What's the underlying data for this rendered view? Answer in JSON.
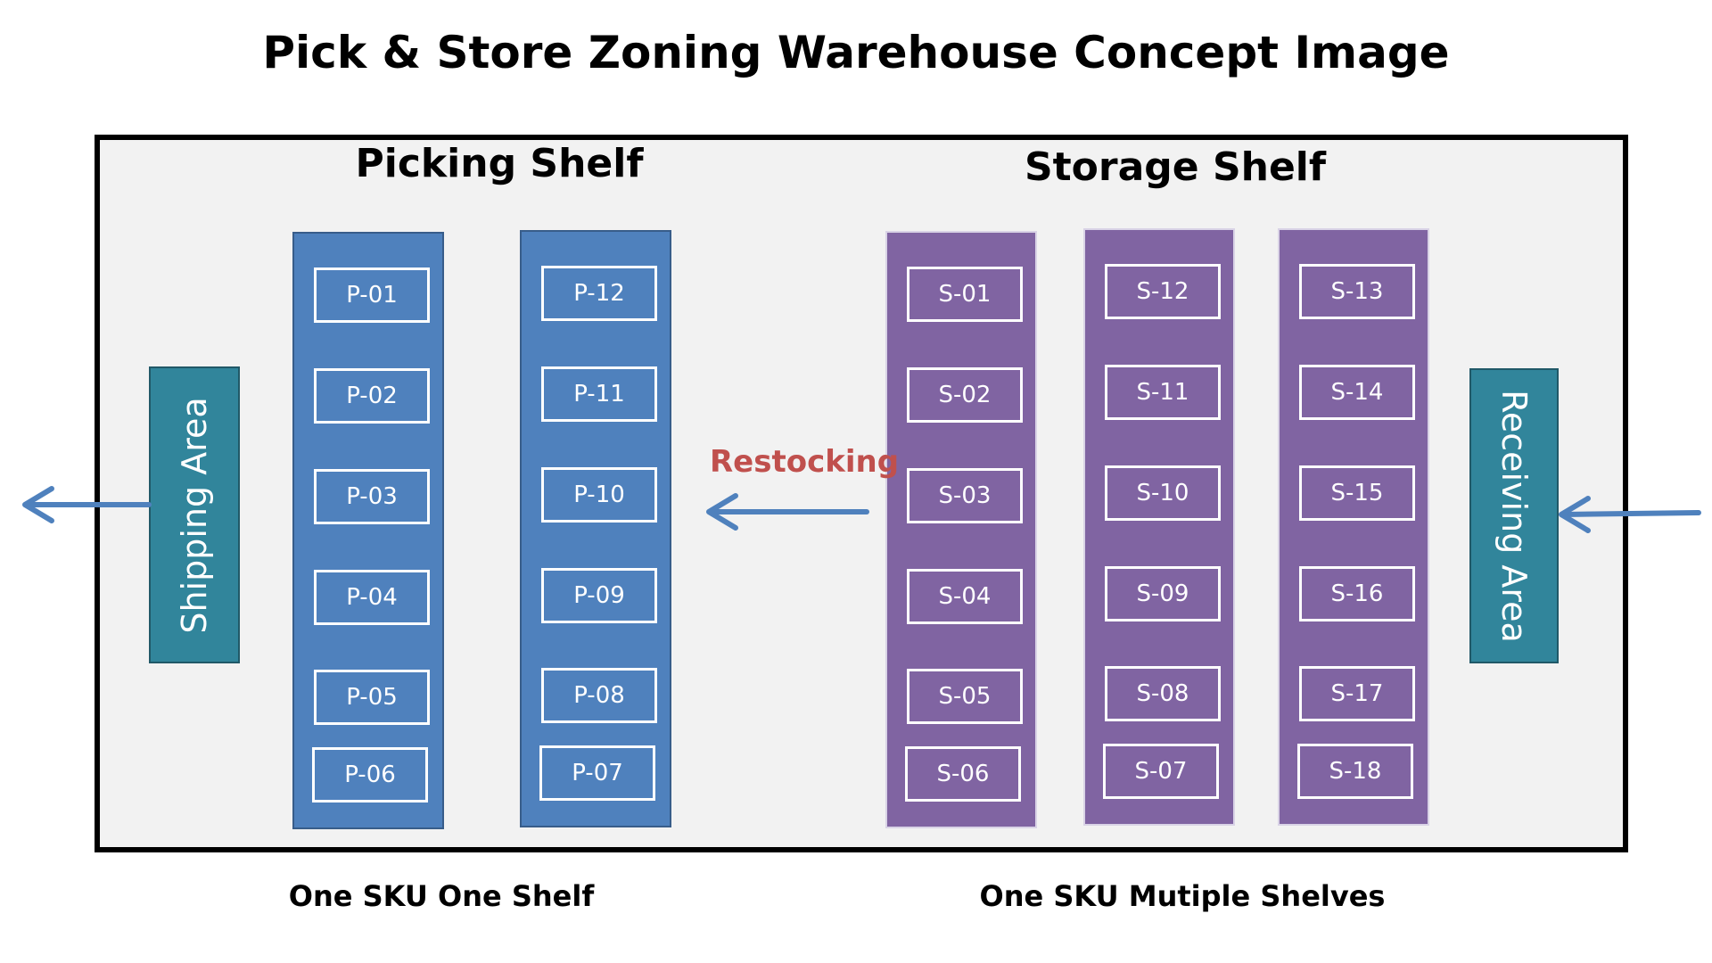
{
  "title": "Pick & Store Zoning Warehouse Concept Image",
  "picking": {
    "title": "Picking Shelf",
    "col1": [
      "P-01",
      "P-02",
      "P-03",
      "P-04",
      "P-05",
      "P-06"
    ],
    "col2": [
      "P-12",
      "P-11",
      "P-10",
      "P-09",
      "P-08",
      "P-07"
    ]
  },
  "storage": {
    "title": "Storage Shelf",
    "col1": [
      "S-01",
      "S-02",
      "S-03",
      "S-04",
      "S-05",
      "S-06"
    ],
    "col2": [
      "S-12",
      "S-11",
      "S-10",
      "S-09",
      "S-08",
      "S-07"
    ],
    "col3": [
      "S-13",
      "S-14",
      "S-15",
      "S-16",
      "S-17",
      "S-18"
    ]
  },
  "shipping_area": "Shipping Area",
  "receiving_area": "Receiving Area",
  "restocking": "Restocking",
  "footer": {
    "left": "One SKU One Shelf",
    "right": "One SKU Mutiple Shelves"
  },
  "colors": {
    "picking_shelf": "#4f81bd",
    "storage_shelf": "#8064a2",
    "area": "#31859b",
    "arrow": "#4f81bd",
    "restocking_text": "#c0504d"
  }
}
